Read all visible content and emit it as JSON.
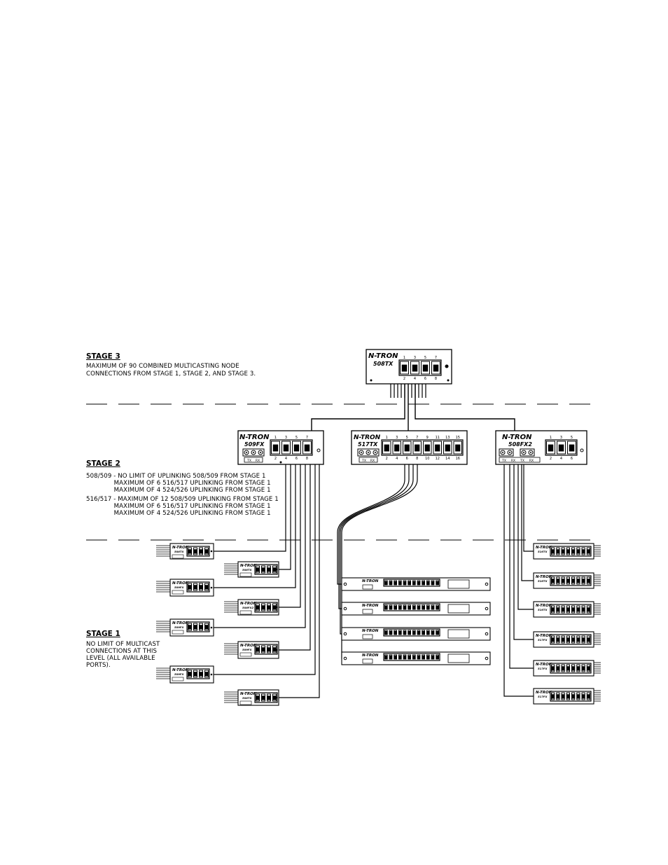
{
  "stage3": {
    "title": "STAGE 3",
    "lines": [
      "MAXIMUM OF 90 COMBINED MULTICASTING NODE",
      "CONNECTIONS FROM STAGE 1, STAGE 2, AND STAGE 3."
    ]
  },
  "stage2": {
    "title": "STAGE 2",
    "lines": [
      "508/509 - NO LIMIT OF UPLINKING 508/509 FROM STAGE 1",
      "              MAXIMUM OF 6 516/517 UPLINKING FROM STAGE 1",
      "              MAXIMUM OF 4 524/526 UPLINKING FROM STAGE 1",
      "516/517 - MAXIMUM OF 12 508/509 UPLINKING FROM STAGE 1",
      "              MAXIMUM OF 6 516/517 UPLINKING FROM STAGE 1",
      "              MAXIMUM OF 4 524/526 UPLINKING FROM STAGE 1"
    ]
  },
  "stage1": {
    "title": "STAGE 1",
    "lines": [
      "NO LIMIT OF MULTICAST",
      "CONNECTIONS AT THIS",
      "LEVEL (ALL AVAILABLE",
      "PORTS)."
    ]
  },
  "brand": "N-TRON",
  "switches": {
    "top": {
      "model": "508TX",
      "ports_top": [
        "1",
        "3",
        "5",
        "7"
      ],
      "ports_bottom": [
        "2",
        "4",
        "6",
        "8"
      ]
    },
    "s509": {
      "model": "509FX",
      "ports_top": [
        "1",
        "3",
        "5",
        "7"
      ],
      "ports_bottom": [
        "2",
        "4",
        "6",
        "8"
      ],
      "fiber": [
        "TX",
        "RX"
      ]
    },
    "s517": {
      "model": "517TX",
      "ports_top": [
        "1",
        "3",
        "5",
        "7",
        "9",
        "11",
        "13",
        "15"
      ],
      "ports_bottom": [
        "2",
        "4",
        "6",
        "8",
        "10",
        "12",
        "14",
        "16"
      ],
      "fiber": [
        "TX",
        "RX"
      ]
    },
    "s508fx2": {
      "model": "508FX2",
      "ports_top": [
        "1",
        "3",
        "5"
      ],
      "ports_bottom": [
        "2",
        "4",
        "6"
      ],
      "fiber": [
        "TX",
        "RX",
        "TX",
        "RX"
      ]
    }
  },
  "stage1_devices_left": [
    "508TX",
    "508TX",
    "509FX",
    "508FX2",
    "509FX",
    "509FX",
    "509FX",
    "508TX"
  ],
  "stage1_devices_right": [
    "516TX",
    "516TX",
    "516TX",
    "517FX",
    "517FX",
    "517FX"
  ]
}
